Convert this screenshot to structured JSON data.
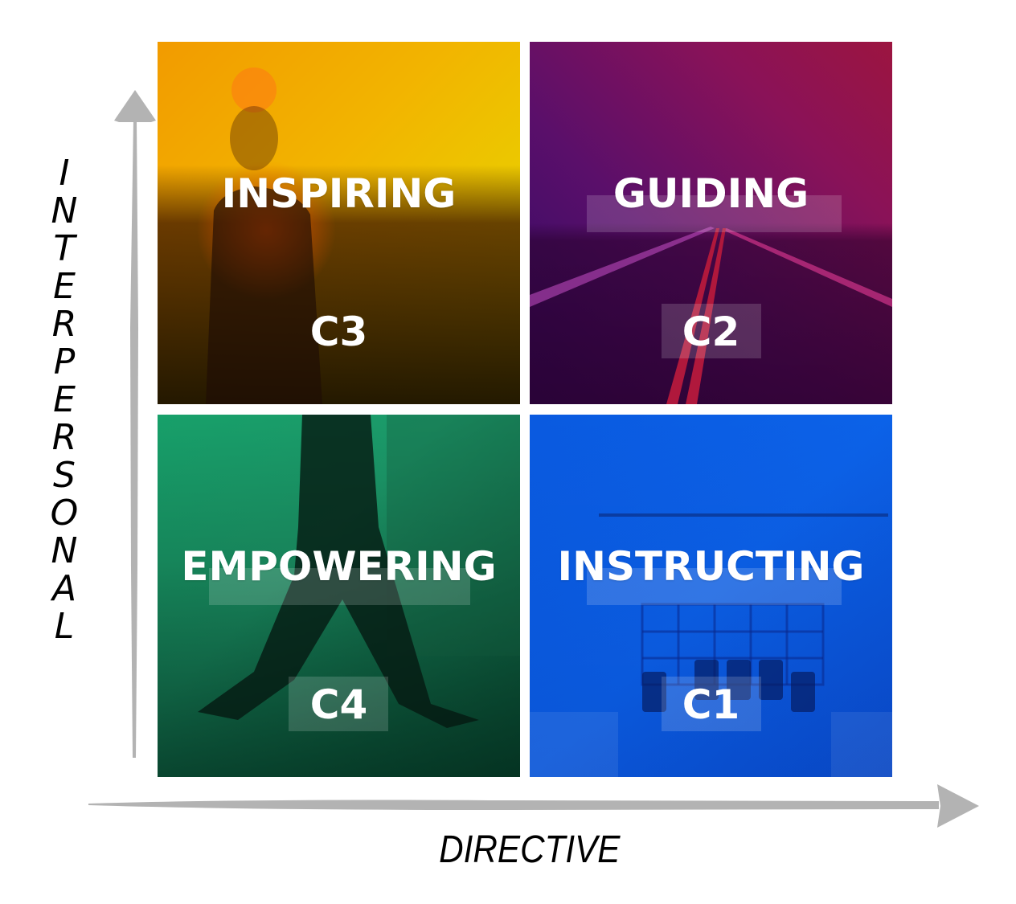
{
  "axes": {
    "y_label": "INTERPERSONAL",
    "y_letters": [
      "I",
      "N",
      "T",
      "E",
      "R",
      "P",
      "E",
      "R",
      "S",
      "O",
      "N",
      "A",
      "L"
    ],
    "x_label": "DIRECTIVE",
    "arrow_color": "#b3b3b3"
  },
  "quadrants": [
    {
      "position": "top-left",
      "title": "INSPIRING",
      "code": "C3",
      "tint": "#f2b400",
      "image_subject": "person walking in field at sunset"
    },
    {
      "position": "top-right",
      "title": "GUIDING",
      "code": "C2",
      "tint": "#7a1060",
      "image_subject": "empty highway road"
    },
    {
      "position": "bottom-left",
      "title": "EMPOWERING",
      "code": "C4",
      "tint": "#17a06a",
      "image_subject": "person walking across city street"
    },
    {
      "position": "bottom-right",
      "title": "INSTRUCTING",
      "code": "C1",
      "tint": "#0a5ae0",
      "image_subject": "open office meeting room"
    }
  ]
}
